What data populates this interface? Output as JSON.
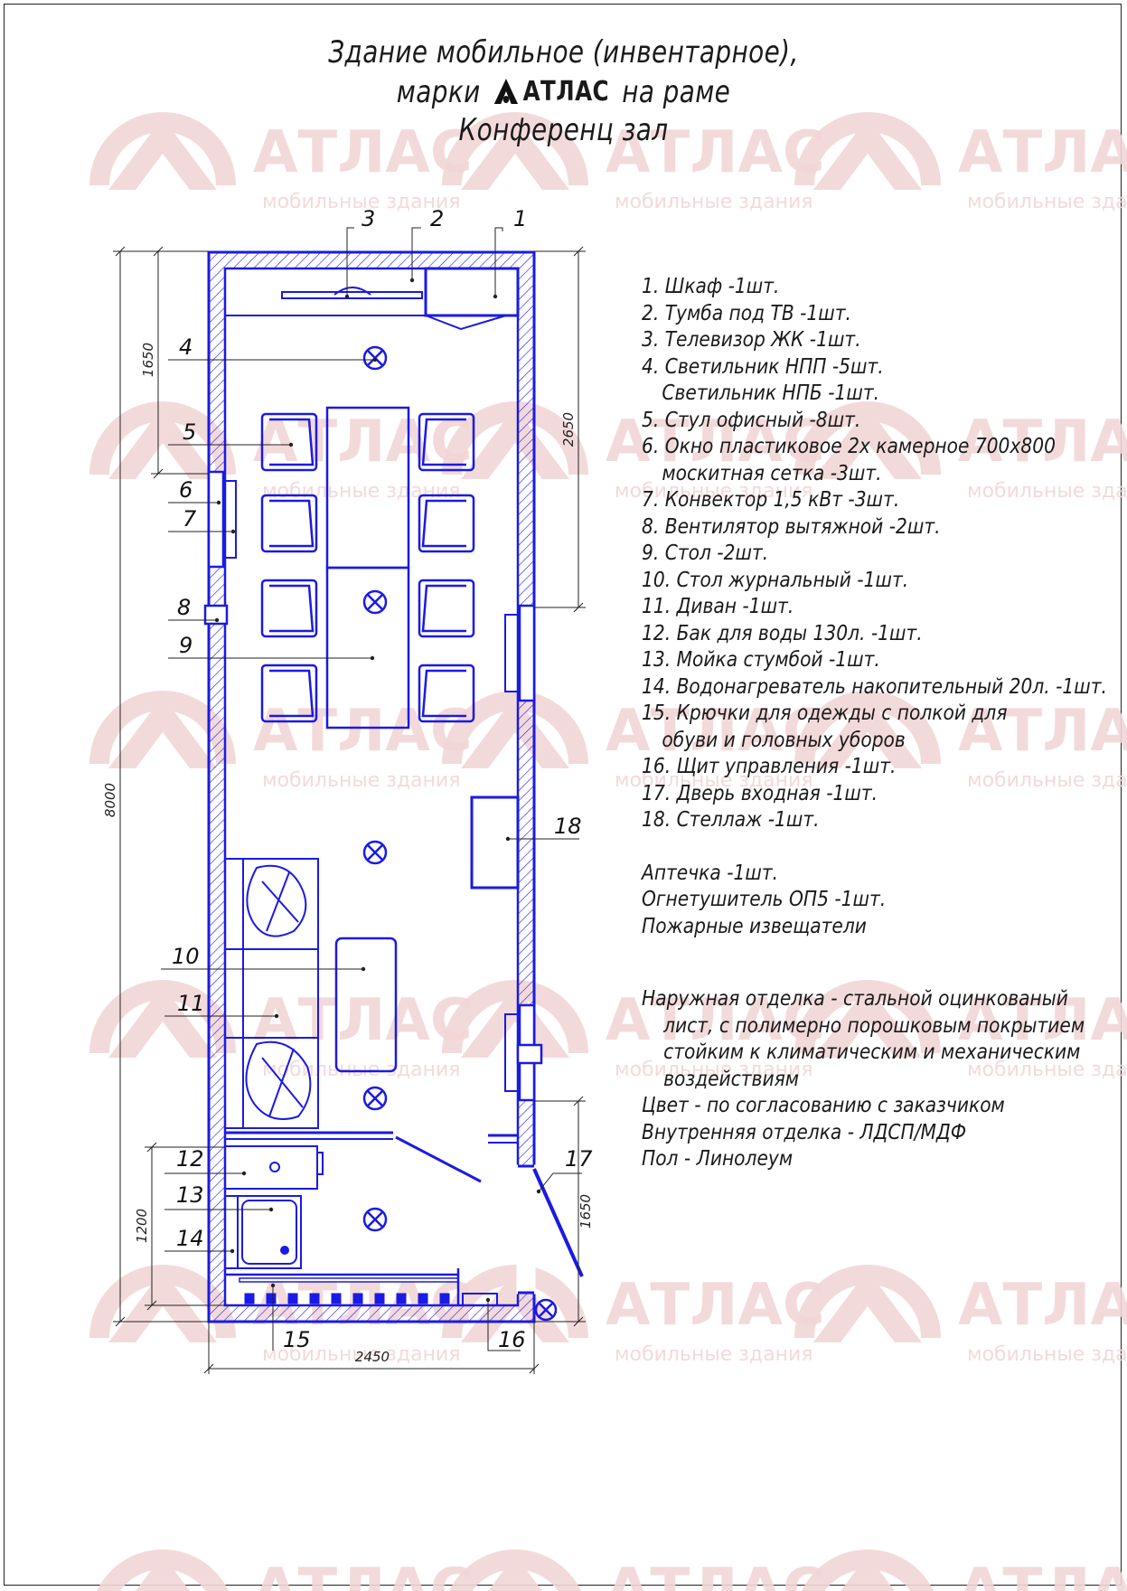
{
  "title": {
    "line1": "Здание мобильное (инвентарное),",
    "line2_pre": "марки",
    "brand": "АТЛАС",
    "line2_post": "на раме",
    "line3": "Конференц зал"
  },
  "watermark": {
    "brand": "АТЛАС",
    "tagline": "мобильные здания"
  },
  "colors": {
    "plan": "#1a1ae6",
    "ink": "#1a1a1a",
    "watermark": "#f2d6d6"
  },
  "dimensions": {
    "total_length": "8000",
    "room_width": "2450",
    "top_offset": "1650",
    "window_offset": "2650",
    "wc_block": "1200",
    "door_zone": "1650"
  },
  "callouts": [
    "1",
    "2",
    "3",
    "4",
    "5",
    "6",
    "7",
    "8",
    "9",
    "10",
    "11",
    "12",
    "13",
    "14",
    "15",
    "16",
    "17",
    "18"
  ],
  "spec": [
    "1. Шкаф -1шт.",
    "2. Тумба под ТВ -1шт.",
    "3. Телевизор ЖК -1шт.",
    "4. Светильник НПП -5шт.",
    "Светильник НПБ -1шт.",
    "5. Стул офисный -8шт.",
    "6. Окно пластиковое 2х камерное 700х800",
    "москитная сетка -3шт.",
    "7. Конвектор 1,5 кВт -3шт.",
    "8. Вентилятор вытяжной -2шт.",
    "9. Стол -2шт.",
    "10. Стол журнальный -1шт.",
    "11. Диван -1шт.",
    "12. Бак для воды 130л. -1шт.",
    "13. Мойка стумбой -1шт.",
    "14. Водонагреватель накопительный 20л. -1шт.",
    "15. Крючки для одежды с полкой для",
    "обуви и головных уборов",
    "16. Щит управления -1шт.",
    "17. Дверь входная -1шт.",
    "18. Стеллаж -1шт."
  ],
  "extras": [
    "Аптечка -1шт.",
    "Огнетушитель ОП5 -1шт.",
    "Пожарные извещатели"
  ],
  "notes": [
    "Наружная отделка - стальной оцинкованый",
    "лист, с полимерно порошковым покрытием",
    "стойким к климатическим и механическим",
    "воздействиям",
    "Цвет - по согласованию с заказчиком",
    "Внутренняя отделка - ЛДСП/МДФ",
    "Пол - Линолеум"
  ]
}
